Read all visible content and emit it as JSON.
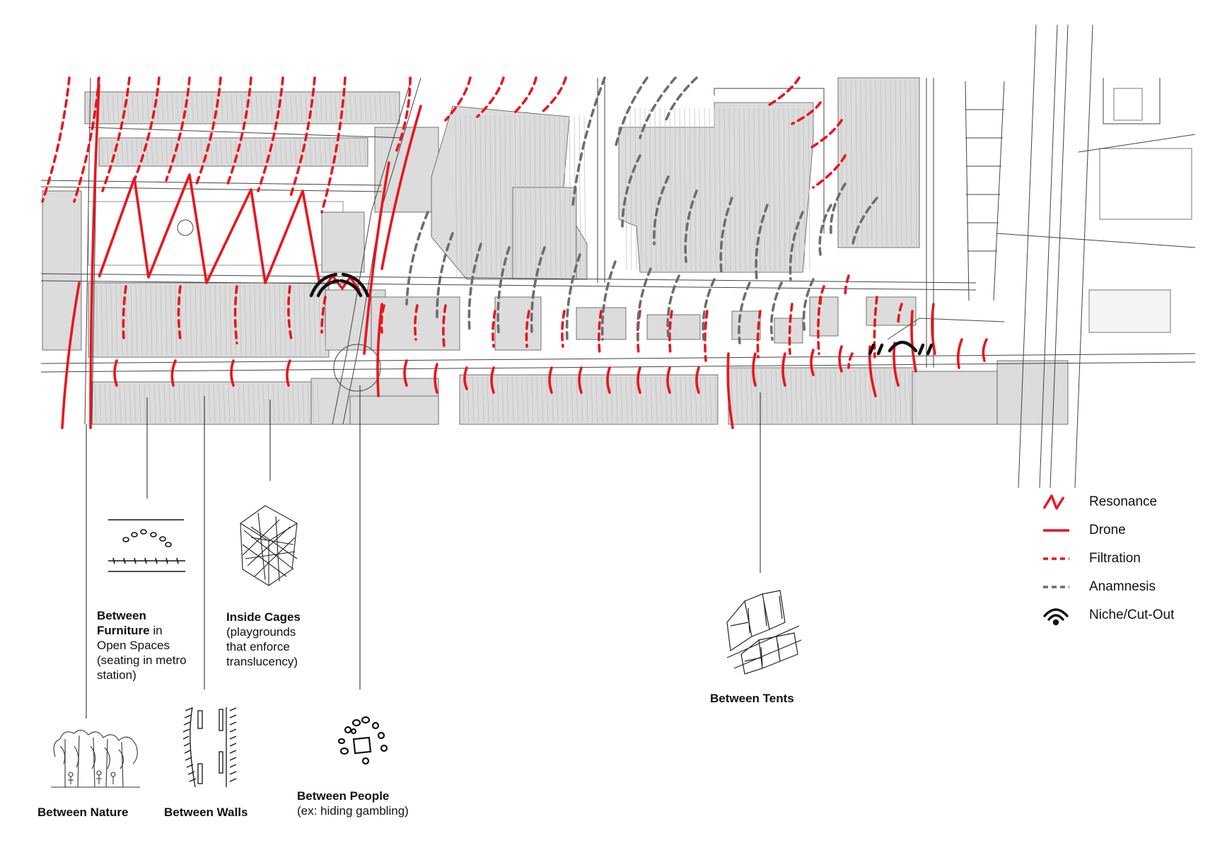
{
  "legend": [
    {
      "key": "resonance",
      "label": "Resonance",
      "color": "#e8161e"
    },
    {
      "key": "drone",
      "label": "Drone",
      "color": "#e8161e"
    },
    {
      "key": "filtration",
      "label": "Filtration",
      "color": "#e8161e"
    },
    {
      "key": "anamnesis",
      "label": "Anamnesis",
      "color": "#6d6d6d"
    },
    {
      "key": "niche",
      "label": "Niche/Cut-Out",
      "color": "#111111"
    }
  ],
  "captions": {
    "furniture": {
      "bold": "Between Furniture",
      "rest_1": " in",
      "lines": [
        "Open Spaces",
        "(seating in metro",
        "station)"
      ]
    },
    "cages": {
      "bold": "Inside Cages",
      "lines": [
        "(playgrounds",
        "that enforce",
        "translucency)"
      ]
    },
    "tents": {
      "bold": "Between Tents"
    },
    "nature": {
      "bold": "Between Nature"
    },
    "walls": {
      "bold": "Between Walls"
    },
    "people": {
      "bold": "Between People",
      "lines": [
        "(ex: hiding gambling)"
      ]
    }
  },
  "colors": {
    "red": "#e8161e",
    "grey": "#6d6d6d",
    "block": "#dcdcdc",
    "road": "#555555"
  },
  "icons": [
    "seating-sketch-icon",
    "cage-sketch-icon",
    "tents-sketch-icon",
    "trees-sketch-icon",
    "walls-sketch-icon",
    "people-circle-icon"
  ]
}
